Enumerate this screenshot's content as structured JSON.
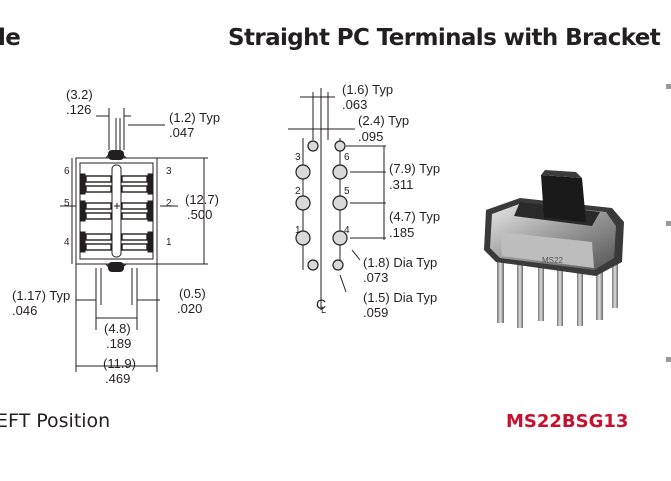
{
  "header": {
    "left_fragment": "le",
    "title": "Straight PC Terminals with Bracket"
  },
  "footer": {
    "caption": "EFT Position",
    "part_number": "MS22BSG13"
  },
  "top_view": {
    "dims": {
      "pitch_mm": "(3.2)",
      "pitch_in": ".126",
      "width_mm": "(1.2) Typ",
      "width_in": ".047",
      "height_mm": "(12.7)",
      "height_in": ".500",
      "pad_mm": "(1.17) Typ",
      "pad_in": ".046",
      "gap_mm": "(0.5)",
      "gap_in": ".020",
      "span_mm": "(4.8)",
      "span_in": ".189",
      "overall_mm": "(11.9)",
      "overall_in": ".469"
    },
    "pins": {
      "p6": "6",
      "p3": "3",
      "p5": "5",
      "p2": "2",
      "p4": "4",
      "p1": "1"
    }
  },
  "terminal_view": {
    "dims": {
      "bracket_w_mm": "(1.6) Typ",
      "bracket_w_in": ".063",
      "row_mm": "(2.4) Typ",
      "row_in": ".095",
      "col_mm": "(7.9) Typ",
      "col_in": ".311",
      "pitch_mm": "(4.7) Typ",
      "pitch_in": ".185",
      "hole_mm": "(1.8) Dia Typ",
      "hole_in": ".073",
      "small_hole_mm": "(1.5) Dia Typ",
      "small_hole_in": ".059"
    },
    "pins": {
      "p3": "3",
      "p6": "6",
      "p2": "2",
      "p5": "5",
      "p1": "1",
      "p4": "4"
    },
    "centerline": "C"
  }
}
